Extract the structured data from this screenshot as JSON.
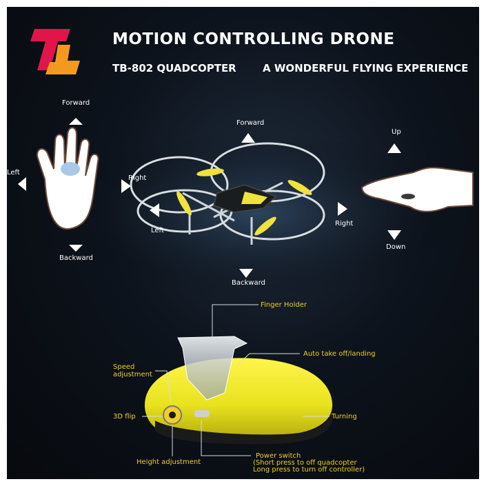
{
  "header": {
    "title": "MOTION CONTROLLING DRONE",
    "subtitle_model": "TB-802 QUADCOPTER",
    "subtitle_tagline": "A WONDERFUL FLYING EXPERIENCE",
    "logo": "brand-logo-icon"
  },
  "hand_left": {
    "forward": "Forward",
    "left": "Left",
    "right": "Right",
    "backward": "Backward"
  },
  "drone": {
    "forward": "Forward",
    "left": "Left",
    "right": "Right",
    "backward": "Backward"
  },
  "hand_right": {
    "up": "Up",
    "down": "Down"
  },
  "controller": {
    "finger_holder": "Finger Holder",
    "auto_takeoff": "Auto take off/landing",
    "speed_line1": "Speed",
    "speed_line2": "adjustment",
    "flip_3d": "3D flip",
    "turning": "Turning",
    "height_adjustment": "Height adjustment",
    "power_line1": "Power switch",
    "power_line2": "(Short press to off quadcopter",
    "power_line3": "Long press to turn off controller)"
  },
  "colors": {
    "accent_yellow": "#f0cf2a",
    "logo_red": "#e0164a",
    "logo_orange": "#f39a1e"
  }
}
